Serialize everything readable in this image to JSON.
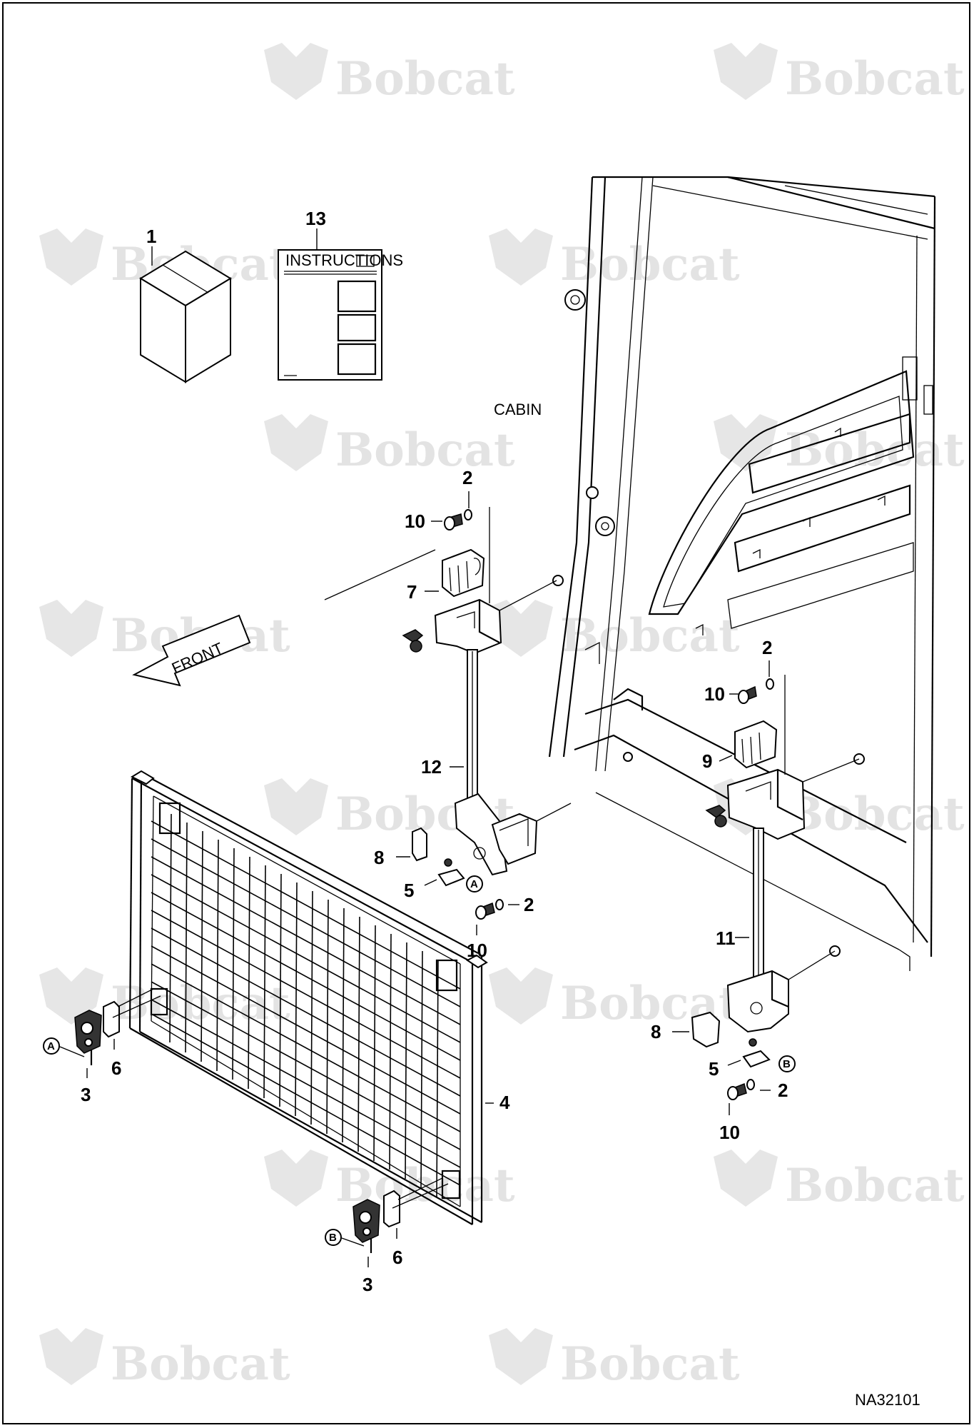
{
  "diagram": {
    "watermark": "Bobcat",
    "labels": {
      "cabin": "CABIN",
      "front": "FRONT",
      "instructions": "INSTRUCTIONS",
      "figure_id": "NA32101"
    },
    "callouts": {
      "c1": "1",
      "c13": "13",
      "c2a": "2",
      "c10a": "10",
      "c7": "7",
      "c12": "12",
      "c8a": "8",
      "c5a": "5",
      "c2b": "2",
      "c10b": "10",
      "c2c": "2",
      "c10c": "10",
      "c9": "9",
      "c11": "11",
      "c8b": "8",
      "c5b": "5",
      "c2d": "2",
      "c10d": "10",
      "c3a": "3",
      "c6a": "6",
      "c4": "4",
      "c3b": "3",
      "c6b": "6"
    },
    "refs": {
      "a1": "A",
      "a2": "A",
      "b1": "B",
      "b2": "B"
    }
  }
}
